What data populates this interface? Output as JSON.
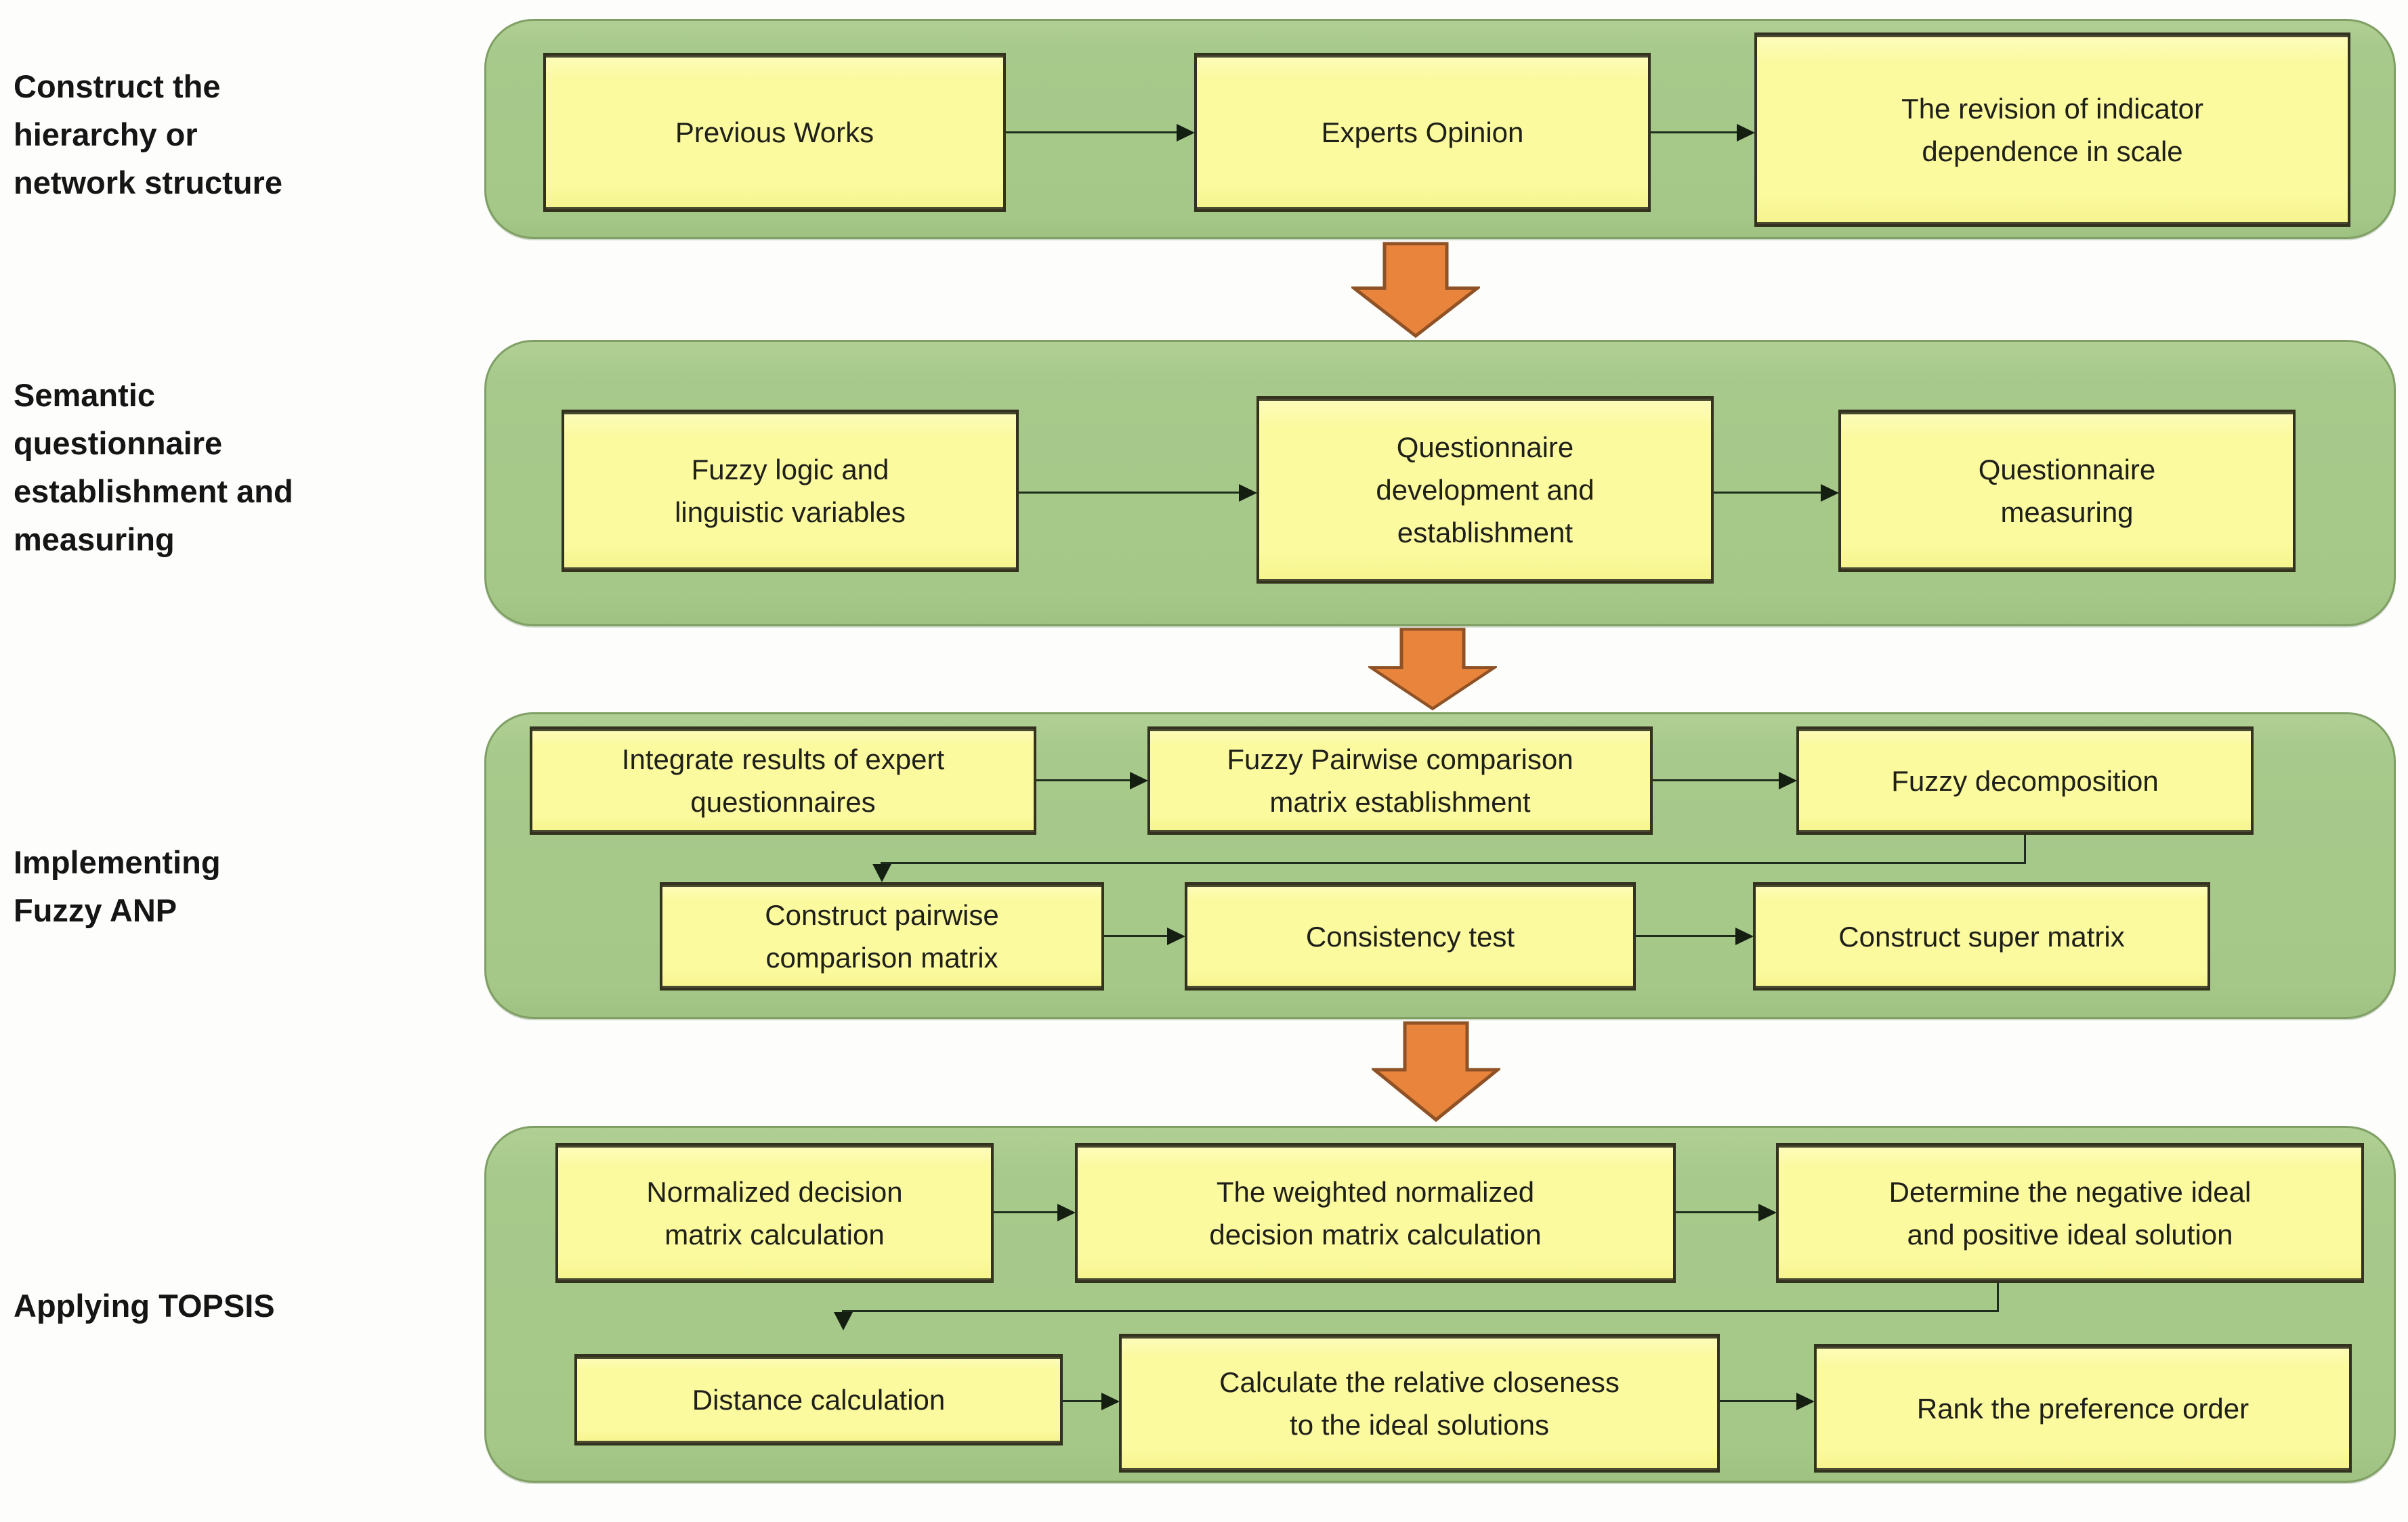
{
  "title": "Fuzzy ANP and TOPSIS methodology flowchart",
  "colors": {
    "panel_green": "#a7c98b",
    "panel_border": "#7f9f65",
    "box_yellow": "#fbfa9e",
    "box_border": "#32321e",
    "connector_dark": "#1e2d1c",
    "big_arrow_orange": "#e9843c",
    "big_arrow_outline": "#8f5226",
    "label_text": "#151515"
  },
  "stages": [
    {
      "label_lines": [
        "Construct the",
        "hierarchy or",
        "network structure"
      ],
      "boxes": [
        [
          "Previous Works"
        ],
        [
          "Experts Opinion"
        ],
        [
          "The revision of indicator",
          "dependence in scale"
        ]
      ]
    },
    {
      "label_lines": [
        "Semantic",
        "questionnaire",
        "establishment and",
        "measuring"
      ],
      "boxes": [
        [
          "Fuzzy logic and",
          "linguistic variables"
        ],
        [
          "Questionnaire",
          "development and",
          "establishment"
        ],
        [
          "Questionnaire",
          "measuring"
        ]
      ]
    },
    {
      "label_lines": [
        "Implementing",
        "Fuzzy ANP"
      ],
      "boxes": [
        [
          "Integrate results of expert",
          "questionnaires"
        ],
        [
          "Fuzzy Pairwise comparison",
          "matrix establishment"
        ],
        [
          "Fuzzy decomposition"
        ],
        [
          "Construct pairwise",
          "comparison matrix"
        ],
        [
          "Consistency test"
        ],
        [
          "Construct super matrix"
        ]
      ]
    },
    {
      "label_lines": [
        "Applying TOPSIS"
      ],
      "boxes": [
        [
          "Normalized decision",
          "matrix calculation"
        ],
        [
          "The weighted normalized",
          "decision matrix calculation"
        ],
        [
          "Determine the negative ideal",
          "and positive ideal solution"
        ],
        [
          "Distance calculation"
        ],
        [
          "Calculate the relative closeness",
          "to the ideal solutions"
        ],
        [
          "Rank the preference order"
        ]
      ]
    }
  ]
}
